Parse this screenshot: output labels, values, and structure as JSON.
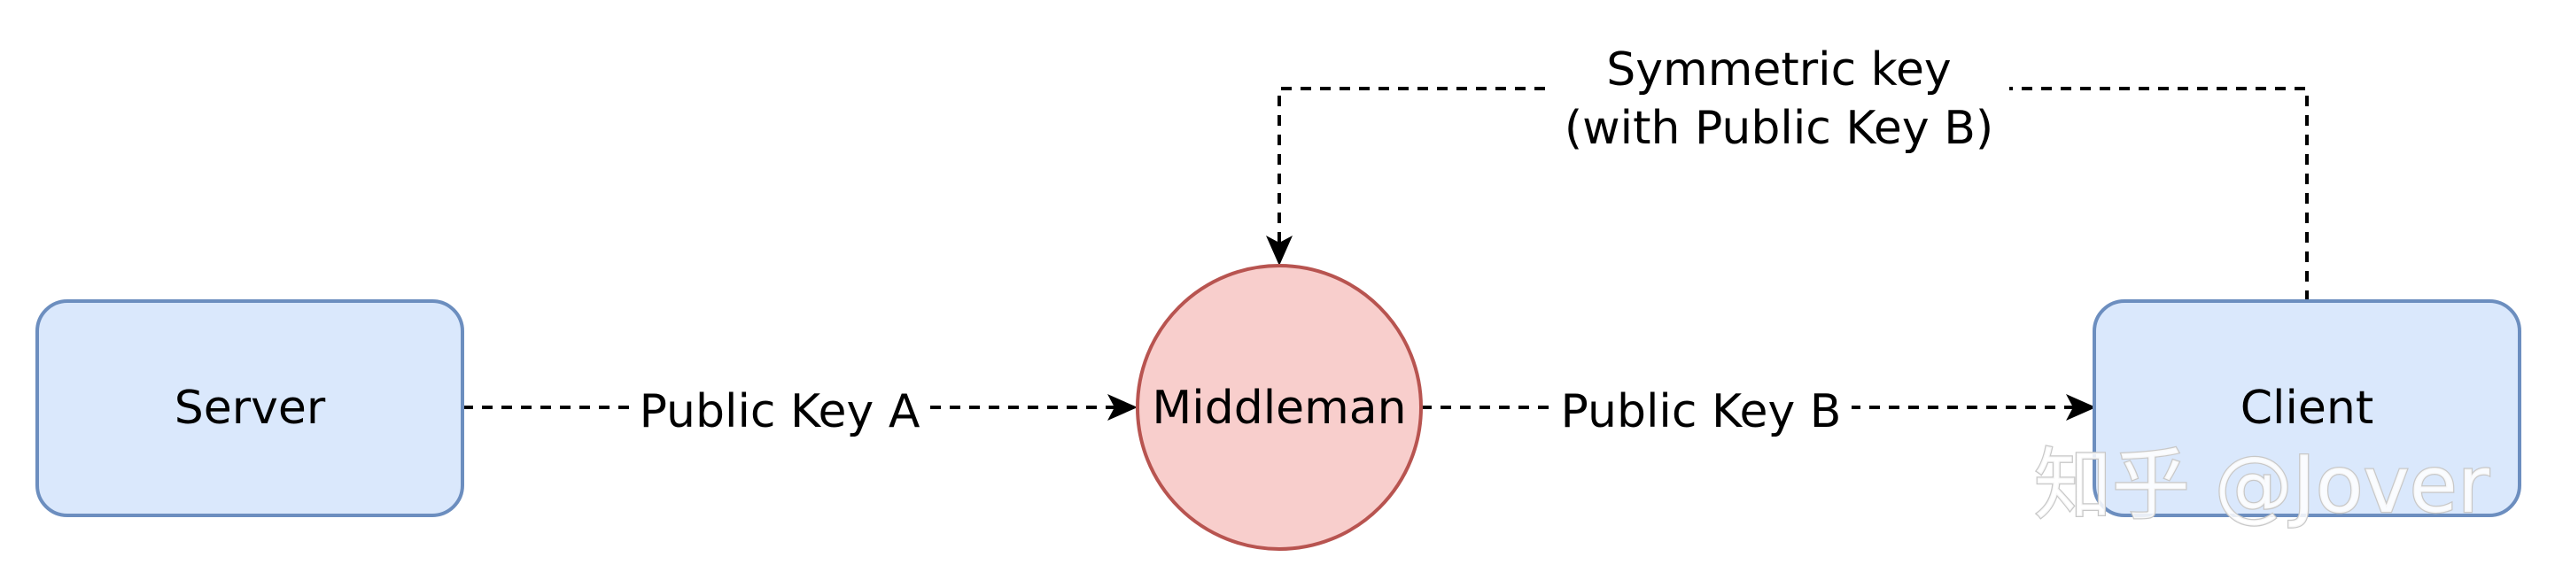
{
  "nodes": {
    "server": {
      "label": "Server",
      "shape": "rounded-rectangle",
      "fill": "#dae8fc",
      "stroke": "#6c8ebf"
    },
    "middleman": {
      "label": "Middleman",
      "shape": "circle",
      "fill": "#f8cecc",
      "stroke": "#b85450"
    },
    "client": {
      "label": "Client",
      "shape": "rounded-rectangle",
      "fill": "#dae8fc",
      "stroke": "#6c8ebf"
    }
  },
  "edges": {
    "server_to_middleman": {
      "from": "Server",
      "to": "Middleman",
      "label": "Public Key A",
      "style": "dashed"
    },
    "middleman_to_client": {
      "from": "Middleman",
      "to": "Client",
      "label": "Public Key B",
      "style": "dashed"
    },
    "client_to_middleman": {
      "from": "Client",
      "to": "Middleman",
      "label_line1": "Symmetric key",
      "label_line2": "(with Public Key B)",
      "style": "dashed"
    }
  },
  "watermark": {
    "text": "知乎 @Jover"
  }
}
